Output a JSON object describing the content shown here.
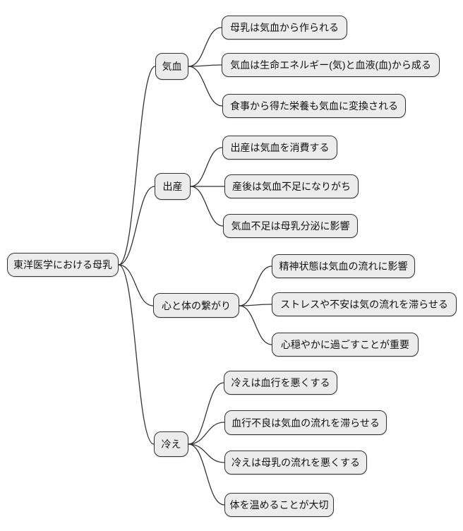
{
  "diagram": {
    "type": "mindmap",
    "colors": {
      "background": "#ffffff",
      "node_fill": "#ececec",
      "node_border": "#333333",
      "edge": "#333333",
      "text": "#111111"
    },
    "root": {
      "label": "東洋医学における母乳"
    },
    "branches": [
      {
        "label": "気血",
        "children": [
          {
            "label": "母乳は気血から作られる"
          },
          {
            "label": "気血は生命エネルギー(気)と血液(血)から成る"
          },
          {
            "label": "食事から得た栄養も気血に変換される"
          }
        ]
      },
      {
        "label": "出産",
        "children": [
          {
            "label": "出産は気血を消費する"
          },
          {
            "label": "産後は気血不足になりがち"
          },
          {
            "label": "気血不足は母乳分泌に影響"
          }
        ]
      },
      {
        "label": "心と体の繋がり",
        "children": [
          {
            "label": "精神状態は気血の流れに影響"
          },
          {
            "label": "ストレスや不安は気の流れを滞らせる"
          },
          {
            "label": "心穏やかに過ごすことが重要"
          }
        ]
      },
      {
        "label": "冷え",
        "children": [
          {
            "label": "冷えは血行を悪くする"
          },
          {
            "label": "血行不良は気血の流れを滞らせる"
          },
          {
            "label": "冷えは母乳の流れを悪くする"
          },
          {
            "label": "体を温めることが大切"
          }
        ]
      }
    ]
  }
}
